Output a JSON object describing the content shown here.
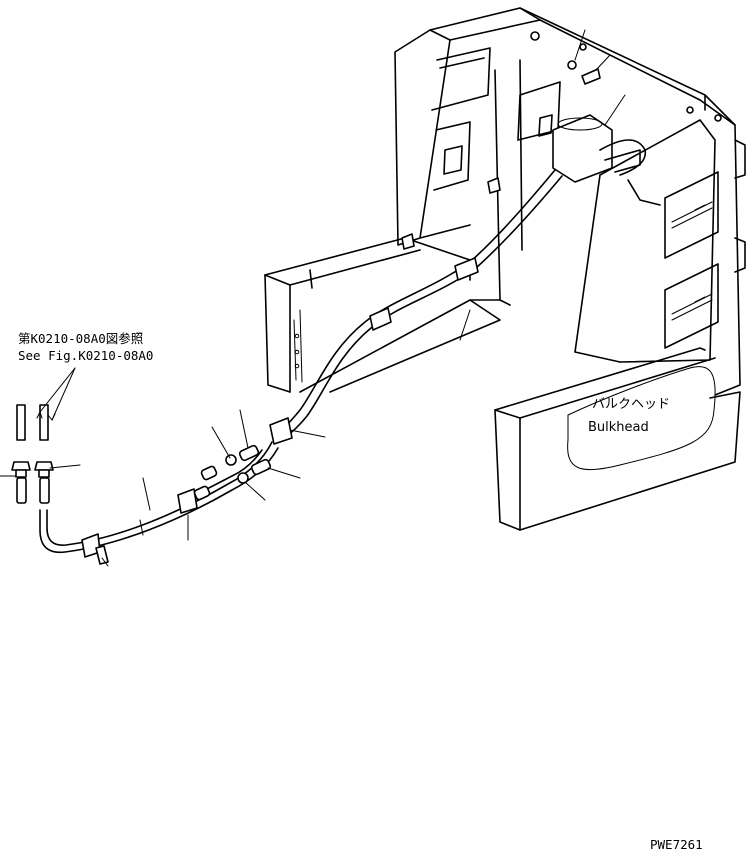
{
  "reference_note": {
    "jp": "第K0210-08A0図参照",
    "en": "See Fig.K0210-08A0"
  },
  "bulkhead_label": {
    "jp": "バルクヘッド",
    "en": "Bulkhead"
  },
  "drawing_code": "PWE7261"
}
